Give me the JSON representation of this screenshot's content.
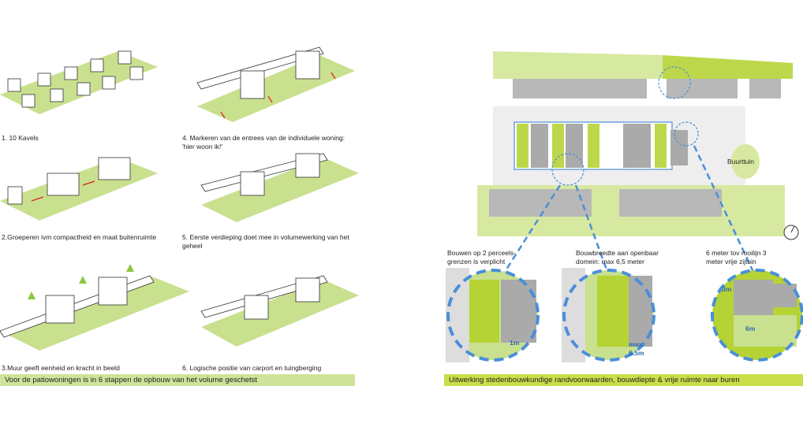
{
  "steps": [
    {
      "caption": "1. 10 Kavels"
    },
    {
      "caption": "2.Groeperen ivm compactheid en maat buitenruimte"
    },
    {
      "caption": "3.Muur geeft eenheid en kracht in beeld"
    },
    {
      "caption": "4. Markeren van de entrees van de individuele woning: 'hier woon ik!'"
    },
    {
      "caption": "5. Eerste verdieping doet mee in volumewerking van het geheel"
    },
    {
      "caption": "6. Logische positie van carport en tuingberging"
    }
  ],
  "left_banner": "Voor de patiowoningen is in 6 stappen de opbouw van het volume geschetst",
  "right_banner": "Uitwerking stedenbouwkundige randvoorwaarden, bouwdiepte & vrije ruimte naar buren",
  "site_plan": {
    "park_label": "Buurttuin"
  },
  "details": [
    {
      "label": "Bouwen op 2 perceels- grenzen is verplicht",
      "dimension": "1m"
    },
    {
      "label": "Bouwbreedte aan openbaar domein: max 6,5 meter",
      "dimension": "max. 6.5m"
    },
    {
      "label": "6 meter tov rooilijn 3 meter vrije zijtuin",
      "dimension_a": "3m",
      "dimension_b": "6m"
    }
  ],
  "colors": {
    "lawn": "#c9e08f",
    "lime": "#b5d334",
    "building": "#a8a8a8",
    "dash": "#4a8fd8",
    "banner": "#cfe39a"
  }
}
